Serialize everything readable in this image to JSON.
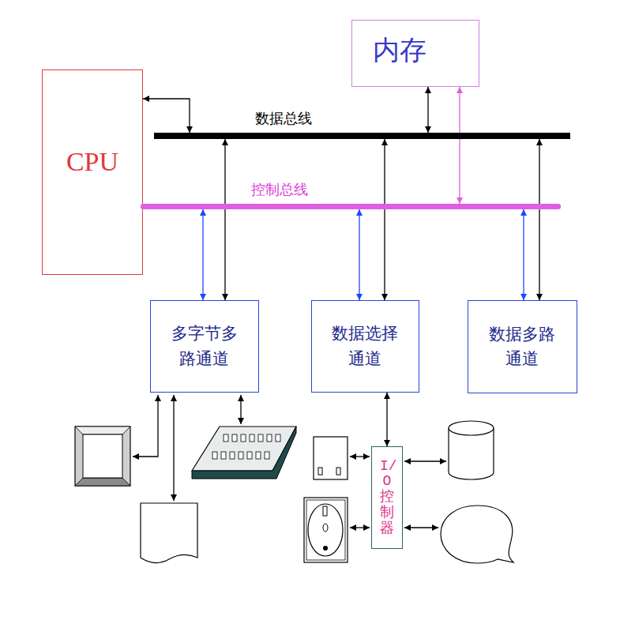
{
  "diagram": {
    "nodes": [
      {
        "text": [
          "内存"
        ]
      },
      {
        "text": [
          "CPU"
        ]
      },
      {
        "text": [
          "数据总线"
        ]
      },
      {
        "text": [
          "控制总线"
        ]
      },
      {
        "text": [
          "多字节多路通道"
        ]
      },
      {
        "text": [
          "数据选择通道"
        ]
      },
      {
        "text": [
          "数据多路通道"
        ]
      },
      {
        "text": [
          "I/O控制器"
        ]
      }
    ],
    "edges": [
      {
        "from": 1,
        "to": 2,
        "arrow": "both"
      },
      {
        "from": 0,
        "to": 2,
        "arrow": "both"
      },
      {
        "from": 0,
        "to": 3,
        "arrow": "both"
      },
      {
        "from": 2,
        "to": 4,
        "arrow": "both"
      },
      {
        "from": 3,
        "to": 4,
        "arrow": "both"
      },
      {
        "from": 2,
        "to": 5,
        "arrow": "both"
      },
      {
        "from": 3,
        "to": 5,
        "arrow": "both"
      },
      {
        "from": 2,
        "to": 6,
        "arrow": "both"
      },
      {
        "from": 3,
        "to": 6,
        "arrow": "both"
      },
      {
        "from": 5,
        "to": 7,
        "arrow": "both"
      }
    ]
  }
}
